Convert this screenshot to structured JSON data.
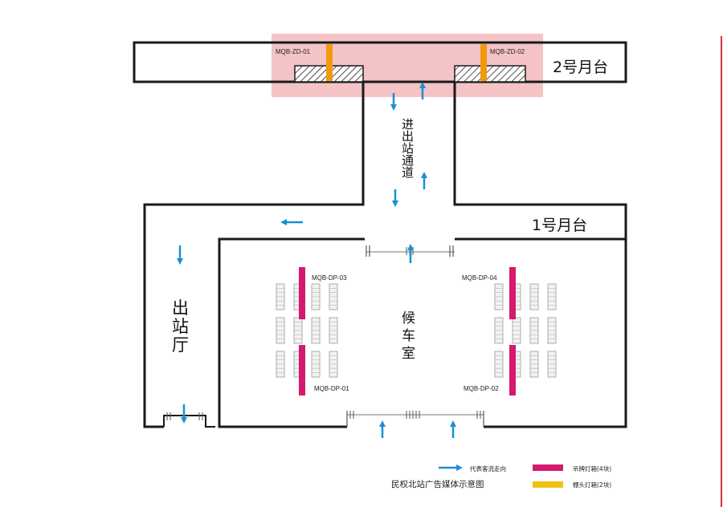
{
  "colors": {
    "highlight": "#f1b9bb",
    "arrow": "#1a8fd6",
    "pendant_box": "#d4196e",
    "pillar_box": "#f09a12",
    "wall": "#1a1a1a",
    "right_border": "#d8333a"
  },
  "labels": {
    "platform_2": "2号月台",
    "platform_1": "1号月台",
    "corridor": [
      "进",
      "出",
      "站",
      "通",
      "道"
    ],
    "exit_hall": [
      "出",
      "站",
      "厅"
    ],
    "waiting_room": [
      "候",
      "车",
      "室"
    ]
  },
  "media_codes": {
    "zd01": "MQB-ZD-01",
    "zd02": "MQB-ZD-02",
    "dp01": "MQB-DP-01",
    "dp02": "MQB-DP-02",
    "dp03": "MQB-DP-03",
    "dp04": "MQB-DP-04"
  },
  "legend": {
    "arrow_text": "代表客流走向",
    "title": "民权北站广告媒体示意图",
    "pendant_text": "吊牌灯箱(4块)",
    "pillar_text": "棚头灯箱(2块)"
  },
  "icons": {
    "flow_arrow": "arrow-icon"
  }
}
